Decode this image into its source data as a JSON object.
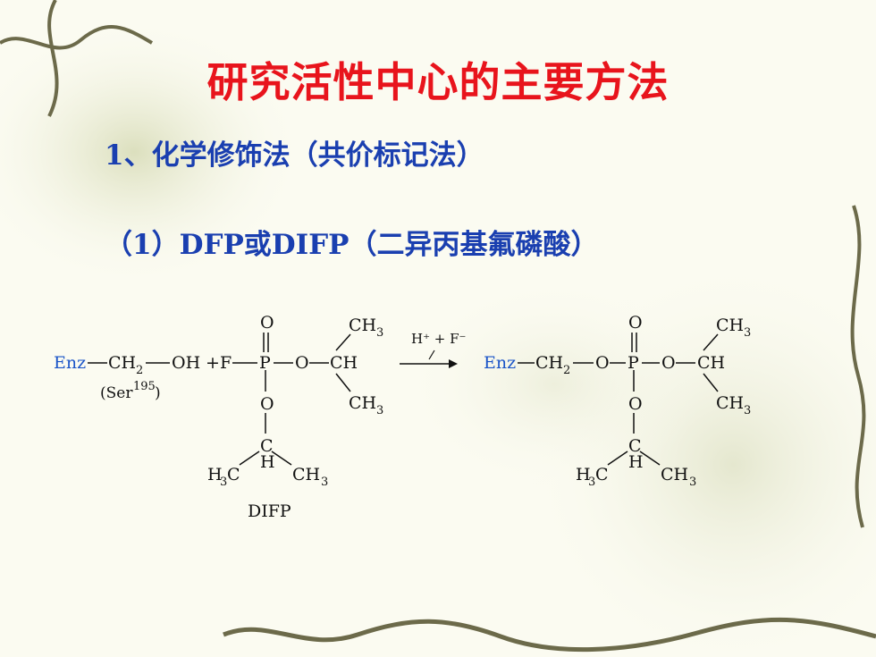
{
  "colors": {
    "title": "#e8141c",
    "text": "#1a3fb0",
    "enz": "#1a54c8"
  },
  "slide": {
    "title": "研究活性中心的主要方法",
    "line1": "1、化学修饰法（共价标记法）",
    "line2": "（1）DFP或DIFP（二异丙基氟磷酸）"
  },
  "figure": {
    "enz": "Enz",
    "ch2": "CH",
    "sub2": "2",
    "oh": "OH",
    "plus": "+",
    "f": "F",
    "p": "P",
    "o": "O",
    "ch": "CH",
    "ch3": "CH",
    "h3": "H",
    "sub3": "3",
    "c": "C",
    "h": "H",
    "ser": "(Ser",
    "ser_sup": "195",
    "ser_close": ")",
    "reagent": "H⁺ + F⁻",
    "label": "DIFP"
  }
}
